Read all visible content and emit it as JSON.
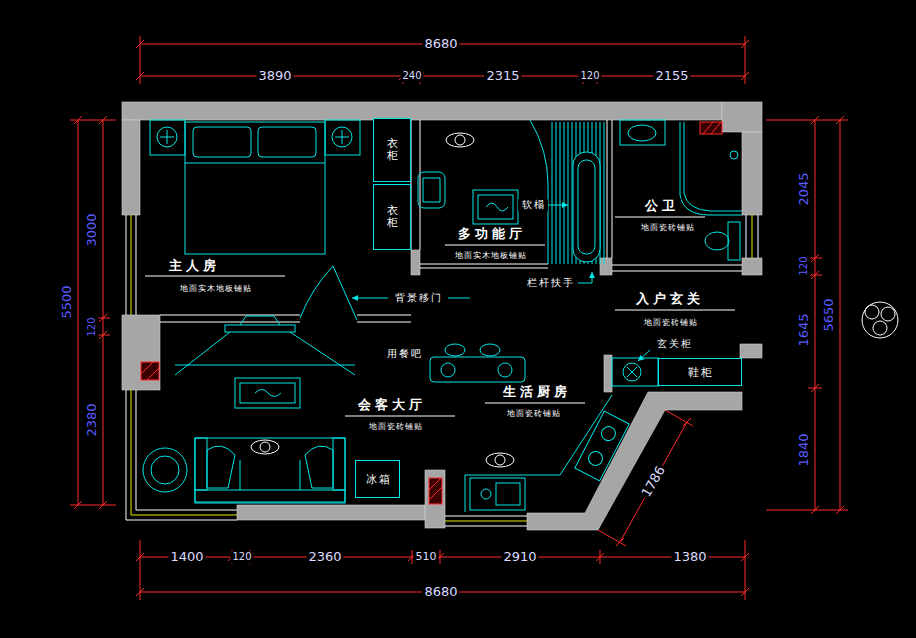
{
  "diagram": {
    "nodes": [
      {
        "text": [
          "衣柜"
        ]
      },
      {
        "text": [
          "衣柜"
        ]
      },
      {
        "text": [
          "冰箱"
        ]
      },
      {
        "text": [
          "鞋柜"
        ]
      }
    ],
    "labels": [
      "8680",
      "3890",
      "240",
      "2315",
      "120",
      "2155",
      "3000",
      "120",
      "2380",
      "5500",
      "2045",
      "120",
      "1645",
      "1840",
      "5650",
      "1400",
      "120",
      "2360",
      "510",
      "2910",
      "1380",
      "8680",
      "1786",
      "主人房",
      "地面实木地板铺贴",
      "多功能厅",
      "地面实木地板铺贴",
      "软榻",
      "公卫",
      "地面瓷砖铺贴",
      "背景移门",
      "栏杆扶手",
      "入户玄关",
      "地面瓷砖铺贴",
      "用餐吧",
      "玄关柜",
      "会客大厅",
      "地面瓷砖铺贴",
      "生活厨房",
      "地面瓷砖铺贴"
    ]
  }
}
